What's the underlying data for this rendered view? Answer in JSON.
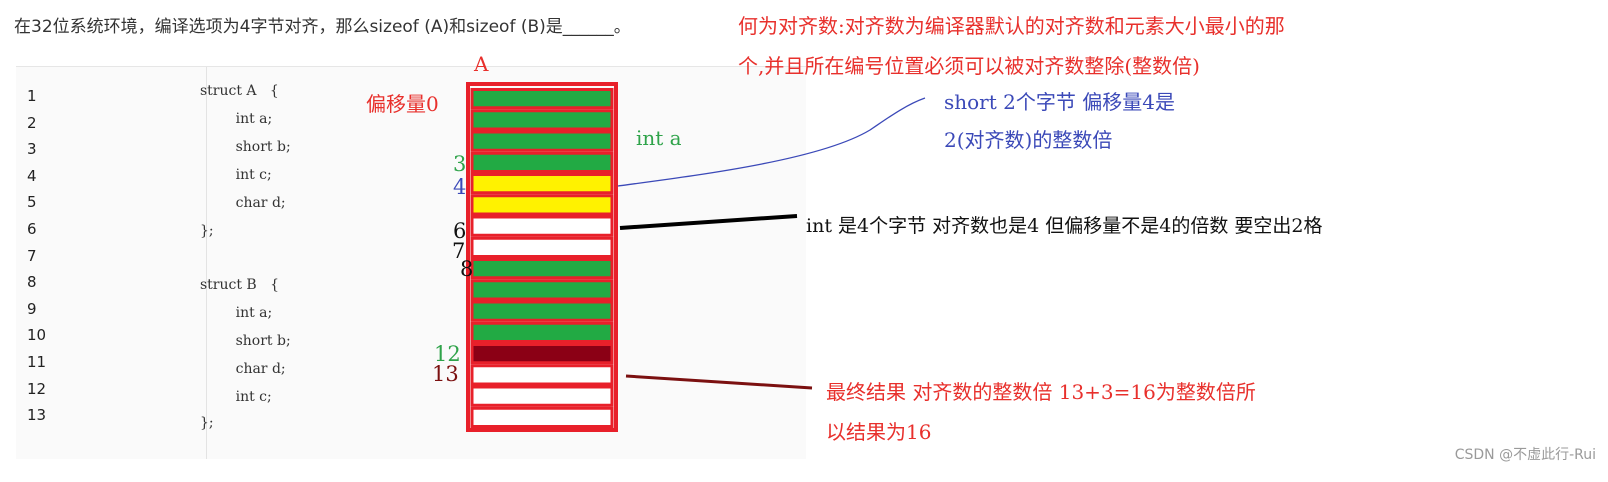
{
  "question": "在32位系统环境，编译选项为4字节对齐，那么sizeof (A)和sizeof (B)是______。",
  "line_numbers": [
    "1",
    "2",
    "3",
    "4",
    "5",
    "6",
    "7",
    "8",
    "9",
    "10",
    "11",
    "12",
    "13"
  ],
  "code_lines": [
    "struct A   {",
    "        int a;",
    "        short b;",
    "        int c;",
    "        char d;",
    "};",
    "",
    "struct B   {",
    "        int a;",
    "        short b;",
    "        char d;",
    "        int c;",
    "};"
  ],
  "diagram": {
    "title": "A",
    "offset_label": "偏移量0",
    "member_label": "int a",
    "offset_marks": [
      "3",
      "4",
      "6",
      "7",
      "8",
      "12",
      "13"
    ],
    "rows": [
      {
        "fill": "#22aa44"
      },
      {
        "fill": "#22aa44"
      },
      {
        "fill": "#22aa44"
      },
      {
        "fill": "#22aa44"
      },
      {
        "fill": "#fff200"
      },
      {
        "fill": "#fff200"
      },
      {
        "fill": "#ffffff"
      },
      {
        "fill": "#ffffff"
      },
      {
        "fill": "#22aa44"
      },
      {
        "fill": "#22aa44"
      },
      {
        "fill": "#22aa44"
      },
      {
        "fill": "#22aa44"
      },
      {
        "fill": "#8b0015"
      },
      {
        "fill": "#ffffff"
      },
      {
        "fill": "#ffffff"
      },
      {
        "fill": "#ffffff"
      }
    ]
  },
  "notes": {
    "definition_line1": "何为对齐数:对齐数为编译器默认的对齐数和元素大小最小的那",
    "definition_line2": "个,并且所在编号位置必须可以被对齐数整除(整数倍)",
    "short_line1": "short 2个字节 偏移量4是",
    "short_line2": "2(对齐数)的整数倍",
    "int_note": "int 是4个字节 对齐数也是4 但偏移量不是4的倍数  要空出2格",
    "result_line1": "最终结果 对齐数的整数倍  13+3=16为整数倍所",
    "result_line2": "以结果为16"
  },
  "watermark": "CSDN @不虚此行-Rui",
  "colors": {
    "frame": "#e8202a",
    "green": "#22aa44",
    "yellow": "#fff200",
    "dark_red": "#8b0015",
    "blue": "#3b49b8"
  }
}
